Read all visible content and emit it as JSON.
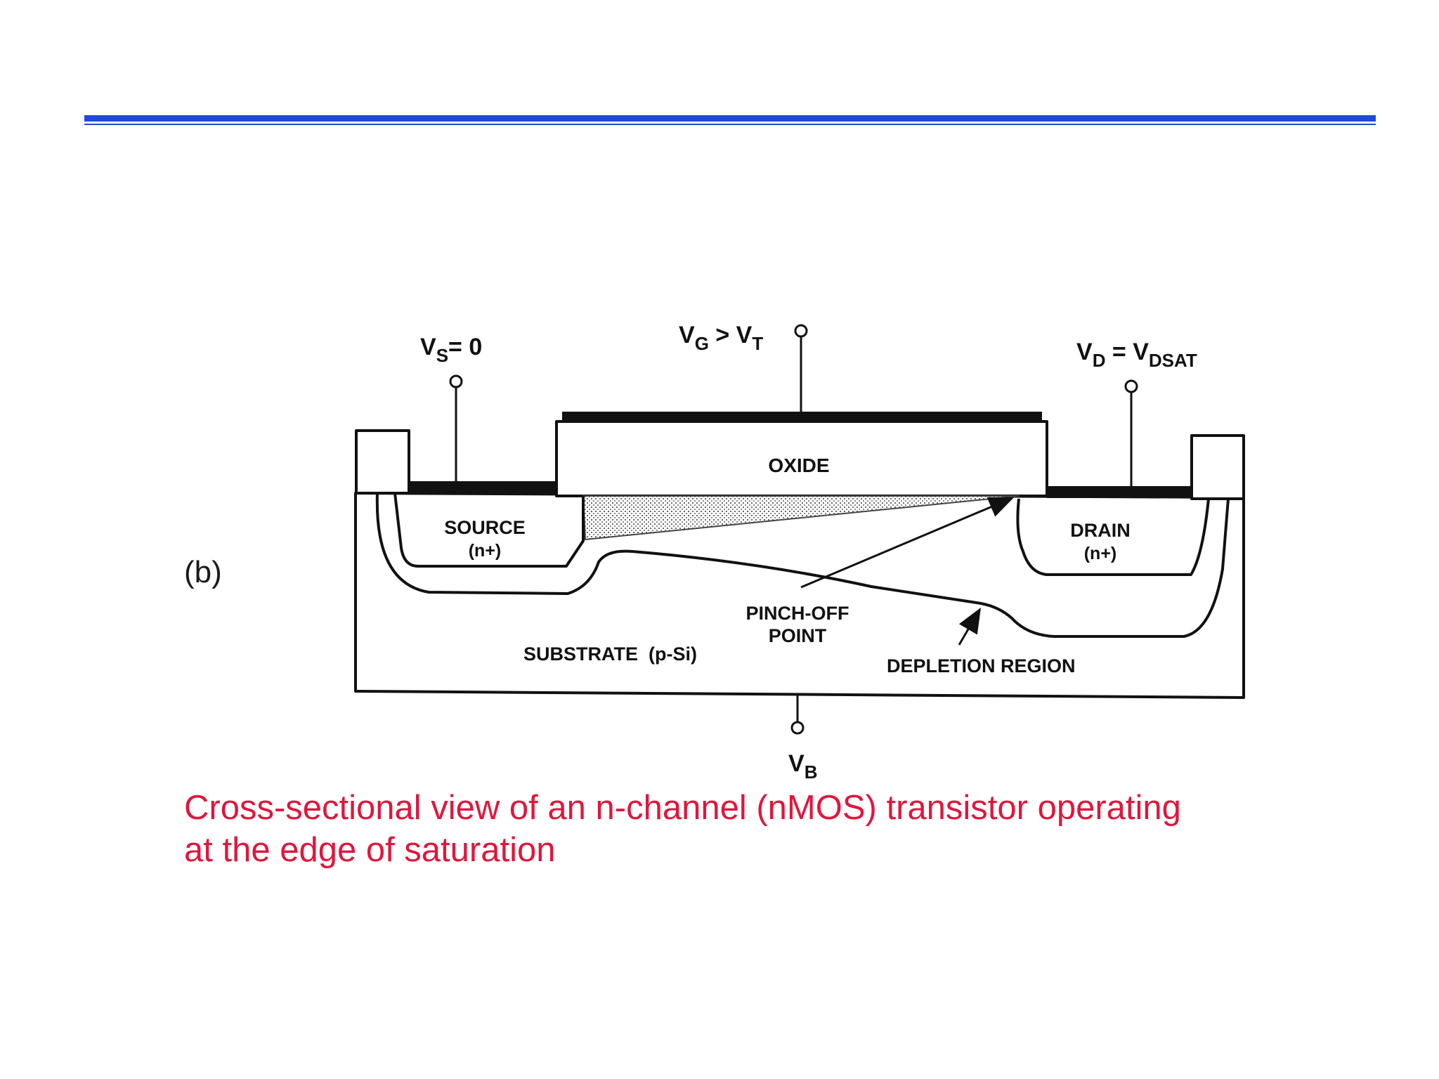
{
  "panel_label": "(b)",
  "terminals": {
    "source": {
      "main": "V",
      "sub": "S",
      "rest": "= 0"
    },
    "gate": {
      "main1": "V",
      "sub1": "G",
      "mid": " > V",
      "sub2": "T"
    },
    "drain": {
      "main1": "V",
      "sub1": "D",
      "mid": " = V",
      "sub2": "DSAT"
    },
    "body": {
      "main": "V",
      "sub": "B"
    }
  },
  "regions": {
    "oxide": "OXIDE",
    "source_line1": "SOURCE",
    "source_line2": "(n+)",
    "drain_line1": "DRAIN",
    "drain_line2": "(n+)",
    "substrate": "SUBSTRATE  (p-Si)",
    "pinch_line1": "PINCH-OFF",
    "pinch_line2": "POINT",
    "depletion": "DEPLETION REGION"
  },
  "caption": {
    "line1": "Cross-sectional view of an n-channel (nMOS) transistor operating",
    "line2": "at the edge of saturation"
  },
  "colors": {
    "rule": "#1f4bd8",
    "caption": "#e0163d"
  }
}
